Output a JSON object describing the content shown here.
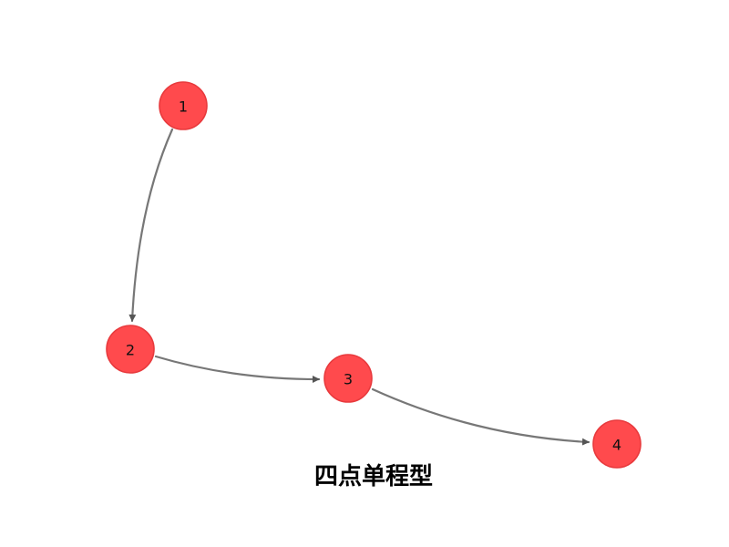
{
  "diagram": {
    "caption": "四点单程型",
    "colors": {
      "node_fill": "#ff4a4d",
      "node_stroke": "#e83a3d",
      "edge": "#777777",
      "arrow": "#555555",
      "label": "#111111",
      "caption": "#000000"
    },
    "nodes": [
      {
        "id": "1",
        "label": "1"
      },
      {
        "id": "2",
        "label": "2"
      },
      {
        "id": "3",
        "label": "3"
      },
      {
        "id": "4",
        "label": "4"
      }
    ],
    "edges": [
      {
        "from": "1",
        "to": "2"
      },
      {
        "from": "2",
        "to": "3"
      },
      {
        "from": "3",
        "to": "4"
      }
    ]
  }
}
